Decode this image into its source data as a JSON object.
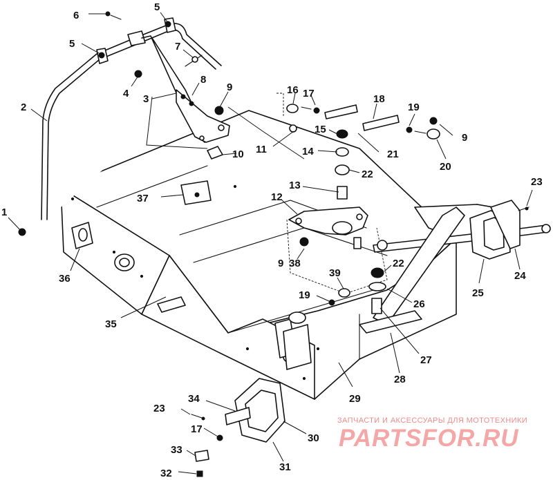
{
  "diagram": {
    "callouts": [
      {
        "id": "1",
        "label": "1"
      },
      {
        "id": "2",
        "label": "2"
      },
      {
        "id": "3",
        "label": "3"
      },
      {
        "id": "4",
        "label": "4"
      },
      {
        "id": "5a",
        "label": "5"
      },
      {
        "id": "5b",
        "label": "5"
      },
      {
        "id": "6",
        "label": "6"
      },
      {
        "id": "7",
        "label": "7"
      },
      {
        "id": "8",
        "label": "8"
      },
      {
        "id": "9a",
        "label": "9"
      },
      {
        "id": "9b",
        "label": "9"
      },
      {
        "id": "9c",
        "label": "9"
      },
      {
        "id": "10",
        "label": "10"
      },
      {
        "id": "11",
        "label": "11"
      },
      {
        "id": "12",
        "label": "12"
      },
      {
        "id": "13",
        "label": "13"
      },
      {
        "id": "14",
        "label": "14"
      },
      {
        "id": "15",
        "label": "15"
      },
      {
        "id": "16",
        "label": "16"
      },
      {
        "id": "17a",
        "label": "17"
      },
      {
        "id": "17b",
        "label": "17"
      },
      {
        "id": "18",
        "label": "18"
      },
      {
        "id": "19a",
        "label": "19"
      },
      {
        "id": "19b",
        "label": "19"
      },
      {
        "id": "20",
        "label": "20"
      },
      {
        "id": "21",
        "label": "21"
      },
      {
        "id": "22a",
        "label": "22"
      },
      {
        "id": "22b",
        "label": "22"
      },
      {
        "id": "23a",
        "label": "23"
      },
      {
        "id": "23b",
        "label": "23"
      },
      {
        "id": "24",
        "label": "24"
      },
      {
        "id": "25",
        "label": "25"
      },
      {
        "id": "26",
        "label": "26"
      },
      {
        "id": "27",
        "label": "27"
      },
      {
        "id": "28",
        "label": "28"
      },
      {
        "id": "29",
        "label": "29"
      },
      {
        "id": "30",
        "label": "30"
      },
      {
        "id": "31",
        "label": "31"
      },
      {
        "id": "32",
        "label": "32"
      },
      {
        "id": "33",
        "label": "33"
      },
      {
        "id": "34",
        "label": "34"
      },
      {
        "id": "35",
        "label": "35"
      },
      {
        "id": "36",
        "label": "36"
      },
      {
        "id": "37",
        "label": "37"
      },
      {
        "id": "38",
        "label": "38"
      },
      {
        "id": "39",
        "label": "39"
      }
    ]
  },
  "watermark": {
    "tagline": "ЗАПЧАСТИ И АКСЕССУАРЫ ДЛЯ МОТОТЕХНИКИ",
    "brand": "PARTSFOR.RU",
    "color": "#f5a6a6"
  }
}
